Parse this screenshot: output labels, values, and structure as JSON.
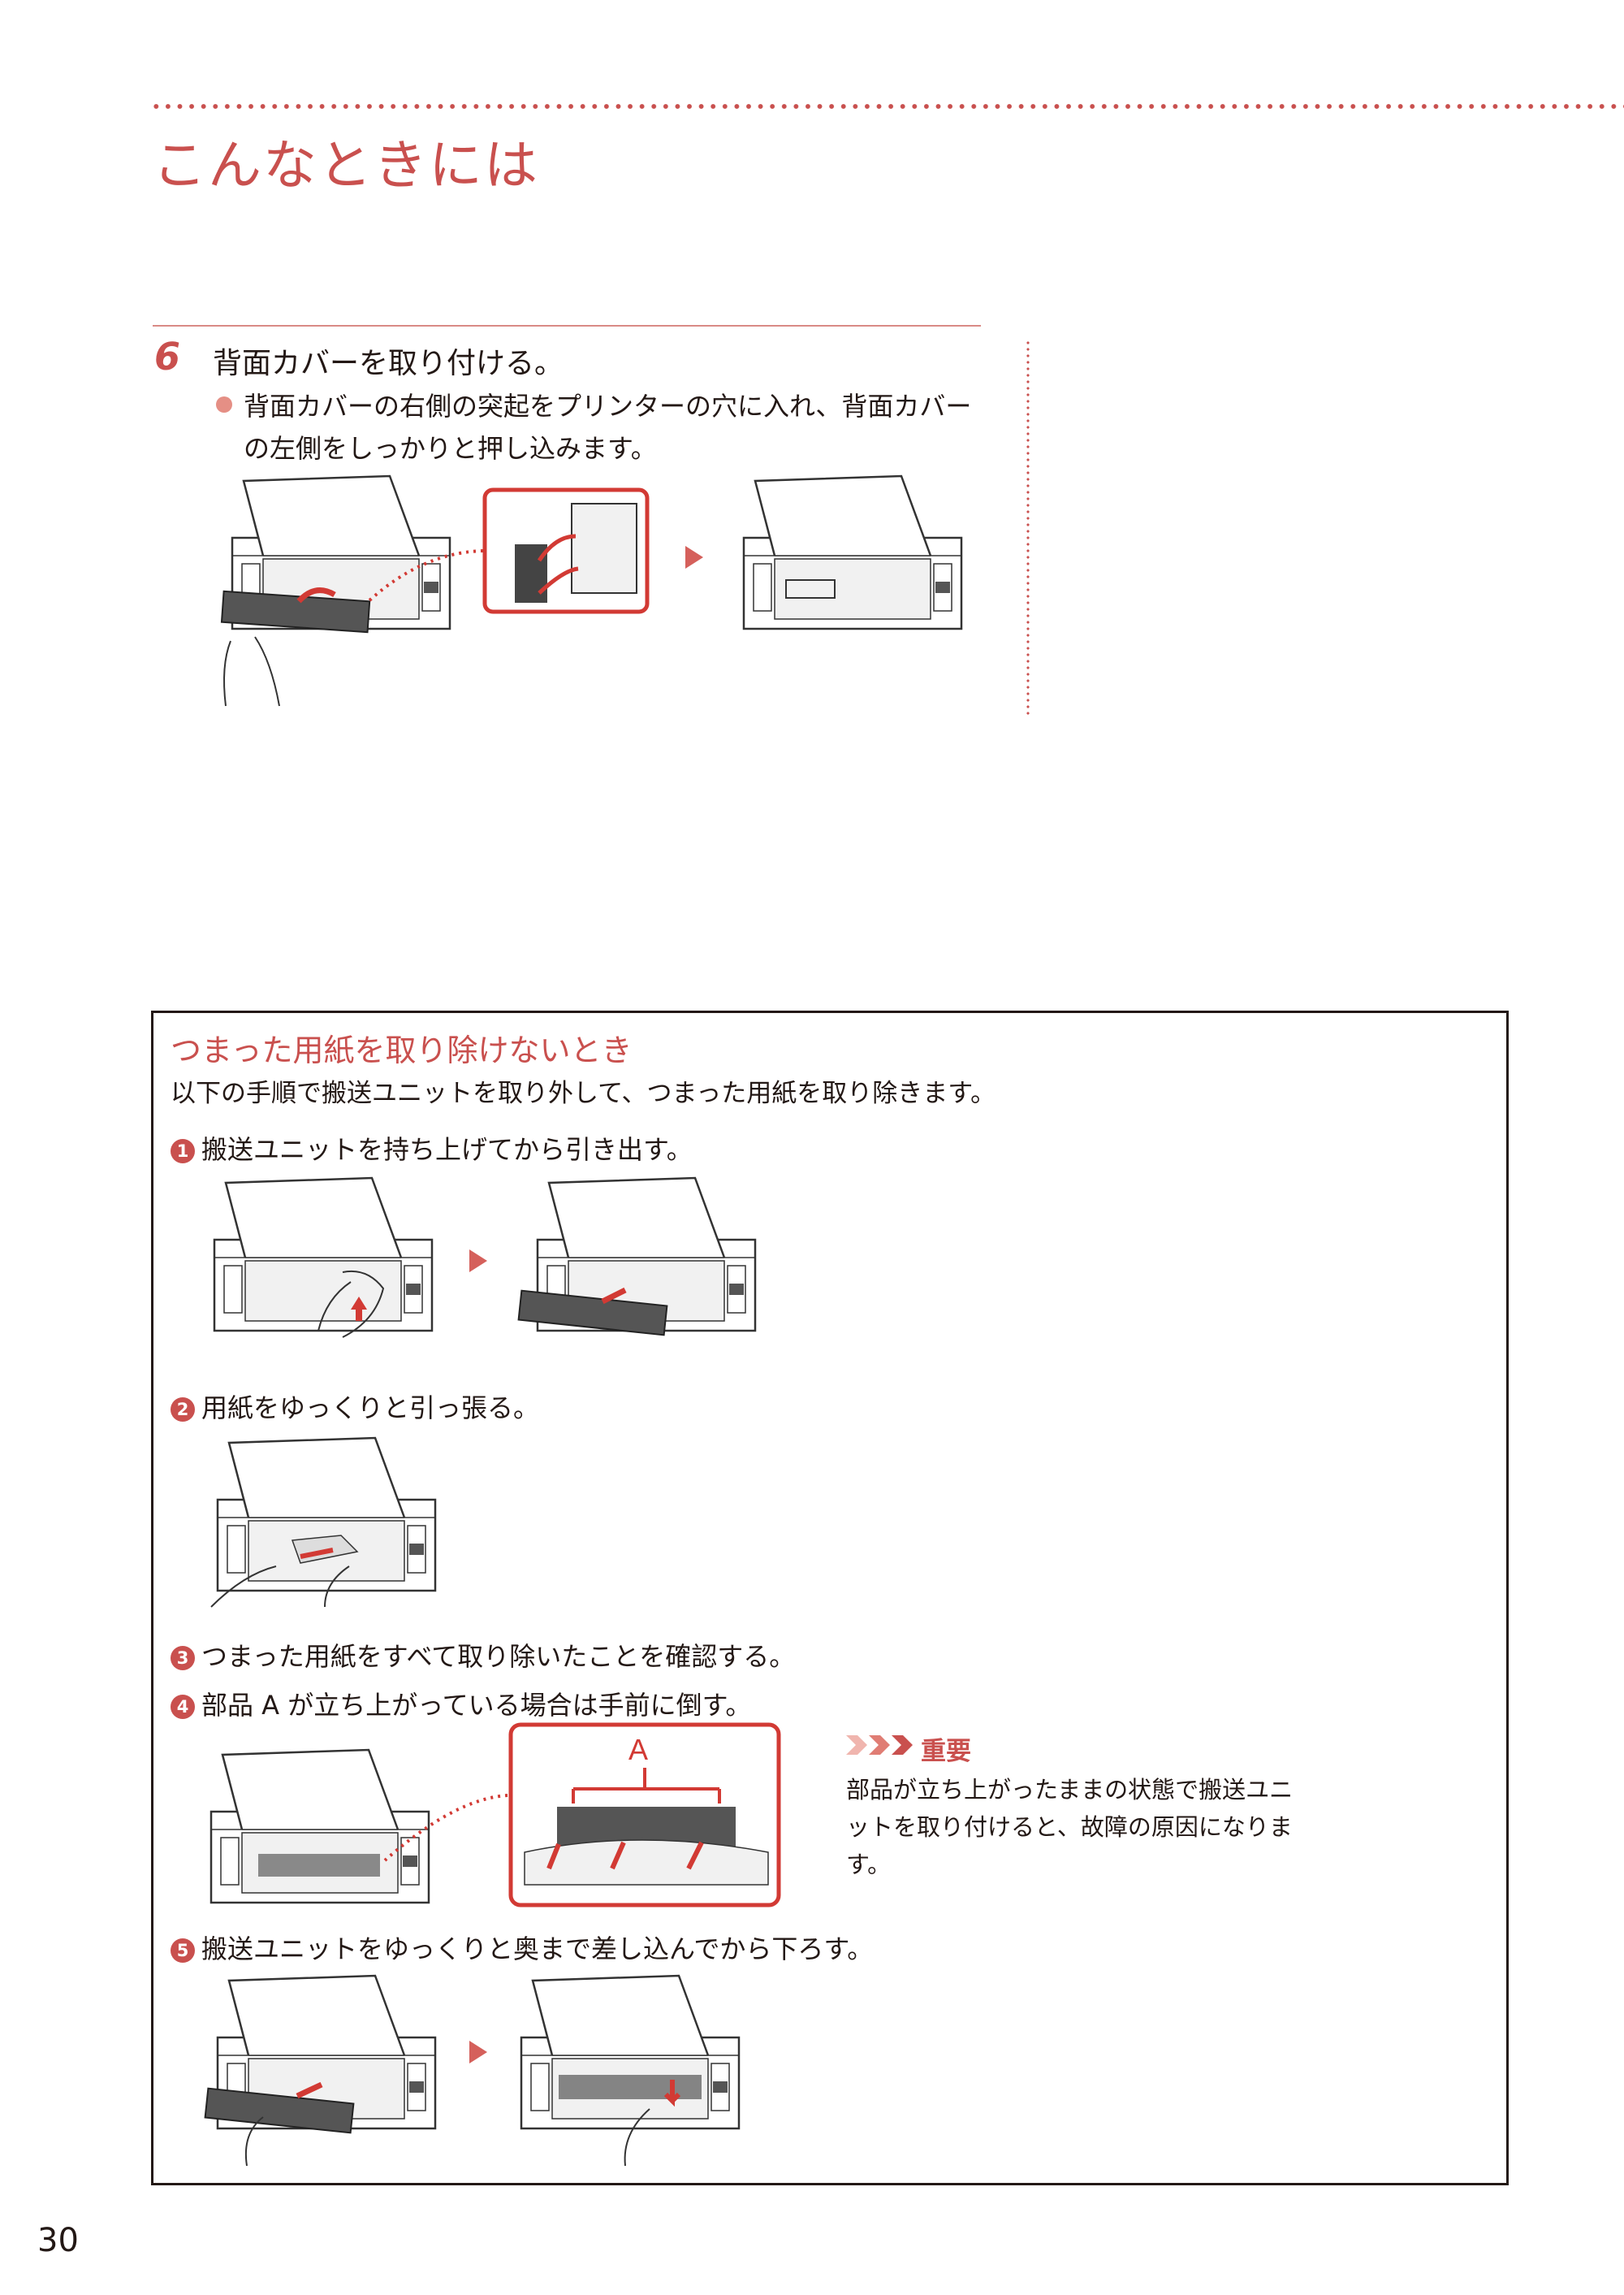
{
  "header": {
    "title": "こんなときには"
  },
  "step6": {
    "number": "6",
    "title": "背面カバーを取り付ける。",
    "bullet": "背面カバーの右側の突起をプリンターの穴に入れ、背面カバーの左側をしっかりと押し込みます。"
  },
  "box": {
    "title": "つまった用紙を取り除けないとき",
    "intro": "以下の手順で搬送ユニットを取り外して、つまった用紙を取り除きます。",
    "steps": [
      {
        "num": "1",
        "text": "搬送ユニットを持ち上げてから引き出す。"
      },
      {
        "num": "2",
        "text": "用紙をゆっくりと引っ張る。"
      },
      {
        "num": "3",
        "text": "つまった用紙をすべて取り除いたことを確認する。"
      },
      {
        "num": "4",
        "text": "部品 A が立ち上がっている場合は手前に倒す。"
      },
      {
        "num": "5",
        "text": "搬送ユニットをゆっくりと奥まで差し込んでから下ろす。"
      }
    ],
    "part_label": "A",
    "important": {
      "label": "重要",
      "text": "部品が立ち上がったままの状態で搬送ユニットを取り付けると、故障の原因になります。"
    }
  },
  "footer": {
    "page_number": "30"
  },
  "colors": {
    "accent": "#c9504e",
    "arrow": "#d5605b",
    "text": "#231815"
  }
}
